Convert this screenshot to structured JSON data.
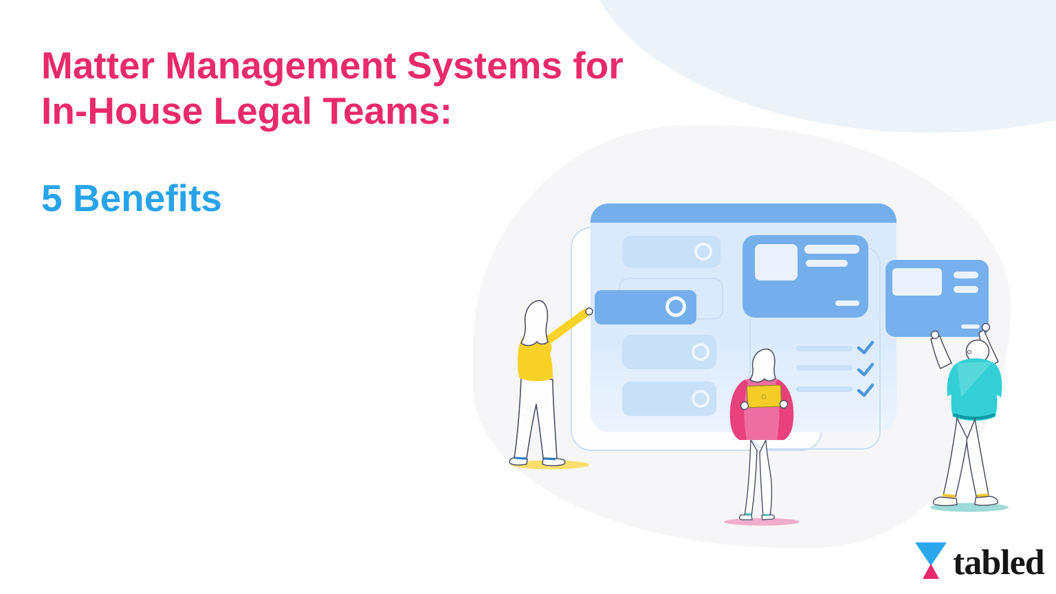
{
  "hero": {
    "title_line1": "Matter Management Systems for",
    "title_line2": "In-House Legal Teams:",
    "subtitle": "5 Benefits"
  },
  "brand": {
    "name": "tabled"
  },
  "colors": {
    "title_pink": "#E82A6B",
    "subtitle_blue": "#28A3E9",
    "panel_header_blue": "#73AEEA",
    "panel_bg_blue": "#DCEBFB",
    "row_light_blue": "#C8E0F8",
    "card_blue": "#74AFEB",
    "checkmark_blue": "#4E96DC",
    "person_yellow": "#F8D227",
    "person_pink": "#E8417C",
    "person_teal": "#33CFD5",
    "logo_blue": "#2BA7EC",
    "logo_pink": "#E8286C",
    "logo_text_black": "#161616"
  },
  "illustration": {
    "scene": "three people organizing cards on a task dashboard",
    "list_rows": 4,
    "checklist_items": 3
  }
}
